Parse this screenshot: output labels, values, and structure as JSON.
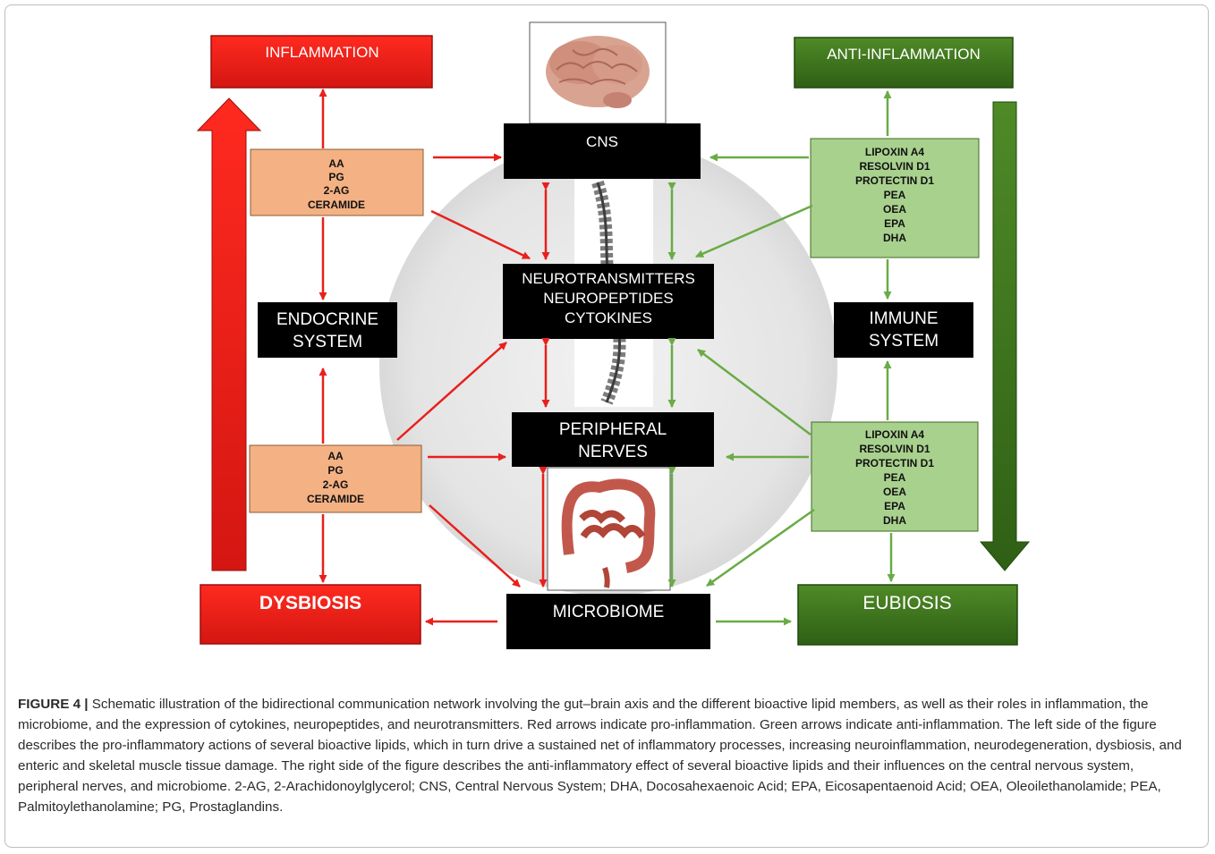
{
  "nodes": {
    "inflammation": "INFLAMMATION",
    "anti_inflammation": "ANTI-INFLAMMATION",
    "cns": "CNS",
    "neuro": [
      "NEUROTRANSMITTERS",
      "NEUROPEPTIDES",
      "CYTOKINES"
    ],
    "endocrine": [
      "ENDOCRINE",
      "SYSTEM"
    ],
    "immune": [
      "IMMUNE",
      "SYSTEM"
    ],
    "peripheral": [
      "PERIPHERAL",
      "NERVES"
    ],
    "microbiome": "MICROBIOME",
    "dysbiosis": "DYSBIOSIS",
    "eubiosis": "EUBIOSIS"
  },
  "pro_lipids": [
    "AA",
    "PG",
    "2-AG",
    "CERAMIDE"
  ],
  "anti_lipids": [
    "LIPOXIN A4",
    "RESOLVIN D1",
    "PROTECTIN D1",
    "PEA",
    "OEA",
    "EPA",
    "DHA"
  ],
  "colors": {
    "red": "#e8201c",
    "green": "#6aab46",
    "dark_green": "#3e6e1c",
    "peach": "#f4b183",
    "light_green": "#a9d18e"
  },
  "icons": [
    "brain-icon",
    "spine-icon",
    "intestine-icon"
  ],
  "caption": {
    "label": "FIGURE 4 |",
    "text": " Schematic illustration of the bidirectional communication network involving the gut–brain axis and the different bioactive lipid members, as well as their roles in inflammation, the microbiome, and the expression of cytokines, neuropeptides, and neurotransmitters. Red arrows indicate pro-inflammation. Green arrows indicate anti-inflammation. The left side of the figure describes the pro-inflammatory actions of several bioactive lipids, which in turn drive a sustained net of inflammatory processes, increasing neuroinflammation, neurodegeneration, dysbiosis, and enteric and skeletal muscle tissue damage. The right side of the figure describes the anti-inflammatory effect of several bioactive lipids and their influences on the central nervous system, peripheral nerves, and microbiome. 2-AG, 2-Arachidonoylglycerol; CNS, Central Nervous System; DHA, Docosahexaenoic Acid; EPA, Eicosapentaenoid Acid; OEA, Oleoilethanolamide; PEA, Palmitoylethanolamine; PG, Prostaglandins."
  }
}
